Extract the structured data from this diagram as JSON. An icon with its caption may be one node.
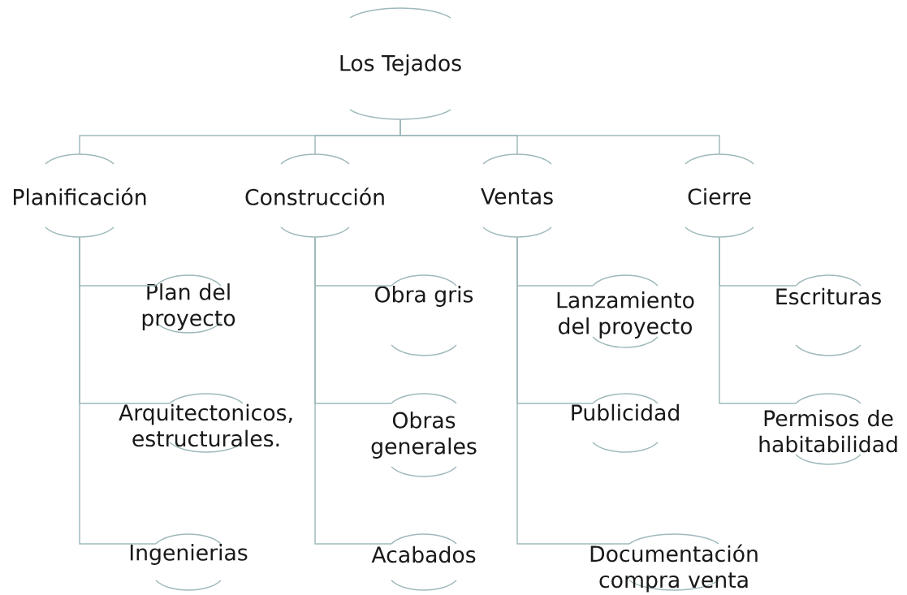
{
  "diagram": {
    "nodes": [
      {
        "text": [
          "Los Tejados"
        ]
      },
      {
        "text": [
          "Planificación"
        ]
      },
      {
        "text": [
          "Plan del proyecto"
        ]
      },
      {
        "text": [
          "Arquitectonicos, estructurales."
        ]
      },
      {
        "text": [
          "Ingenierias"
        ]
      },
      {
        "text": [
          "Construcción"
        ]
      },
      {
        "text": [
          "Obra gris"
        ]
      },
      {
        "text": [
          "Obras generales"
        ]
      },
      {
        "text": [
          "Acabados"
        ]
      },
      {
        "text": [
          "Ventas"
        ]
      },
      {
        "text": [
          "Lanzamiento del proyecto"
        ]
      },
      {
        "text": [
          "Publicidad"
        ]
      },
      {
        "text": [
          "Documentación compra venta"
        ]
      },
      {
        "text": [
          "Cierre"
        ]
      },
      {
        "text": [
          "Escrituras"
        ]
      },
      {
        "text": [
          "Permisos de habitabilidad"
        ]
      }
    ],
    "edges": [
      {
        "from": 0,
        "to": 1,
        "arrow": "none"
      },
      {
        "from": 0,
        "to": 5,
        "arrow": "none"
      },
      {
        "from": 0,
        "to": 9,
        "arrow": "none"
      },
      {
        "from": 0,
        "to": 13,
        "arrow": "none"
      },
      {
        "from": 1,
        "to": 2,
        "arrow": "none"
      },
      {
        "from": 1,
        "to": 3,
        "arrow": "none"
      },
      {
        "from": 1,
        "to": 4,
        "arrow": "none"
      },
      {
        "from": 5,
        "to": 6,
        "arrow": "none"
      },
      {
        "from": 5,
        "to": 7,
        "arrow": "none"
      },
      {
        "from": 5,
        "to": 8,
        "arrow": "none"
      },
      {
        "from": 9,
        "to": 10,
        "arrow": "none"
      },
      {
        "from": 9,
        "to": 11,
        "arrow": "none"
      },
      {
        "from": 9,
        "to": 12,
        "arrow": "none"
      },
      {
        "from": 13,
        "to": 14,
        "arrow": "none"
      },
      {
        "from": 13,
        "to": 15,
        "arrow": "none"
      }
    ]
  }
}
